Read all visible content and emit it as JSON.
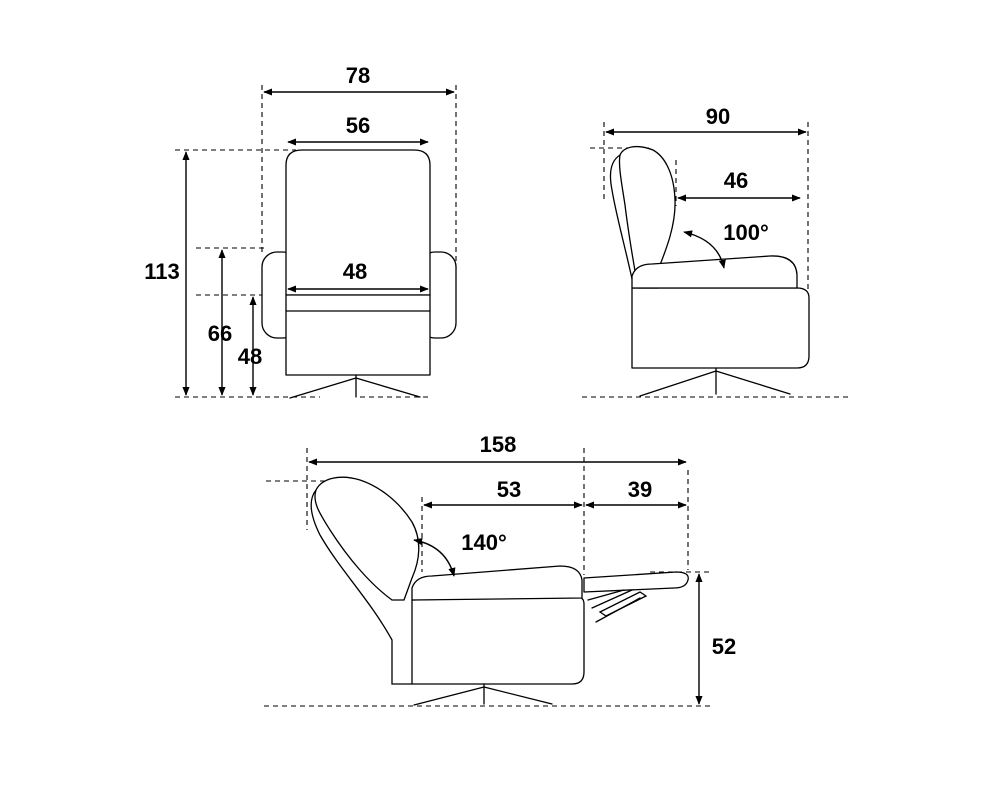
{
  "front_view": {
    "overall_width": "78",
    "backrest_width": "56",
    "seat_width": "48",
    "overall_height": "113",
    "armrest_height": "66",
    "seat_height": "48"
  },
  "side_view": {
    "overall_depth": "90",
    "seat_depth": "46",
    "back_angle": "100°"
  },
  "reclined_view": {
    "overall_length": "158",
    "seat_depth": "53",
    "footrest_length": "39",
    "back_angle": "140°",
    "footrest_height": "52"
  }
}
